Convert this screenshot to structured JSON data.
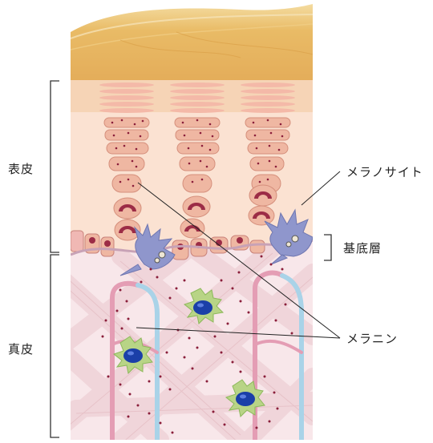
{
  "labels": {
    "epidermis": "表皮",
    "dermis": "真皮",
    "melanocyte": "メラノサイト",
    "basal_layer": "基底層",
    "melanin": "メラニン"
  },
  "colors": {
    "stratum_corneum": "#e0ad52",
    "epidermis_bg": "#fbe2d2",
    "dermis_bg": "#f8e7ea",
    "collagen": "#efd2d6",
    "keratinocyte": "#efb7a2",
    "melanin": "#8a1e3a",
    "melanocyte": "#8f96cc",
    "nucleus": "#1b3fa8",
    "macrophage": "#b8d486",
    "vessel_red": "#e49db4",
    "vessel_blue": "#a9d3e8"
  }
}
